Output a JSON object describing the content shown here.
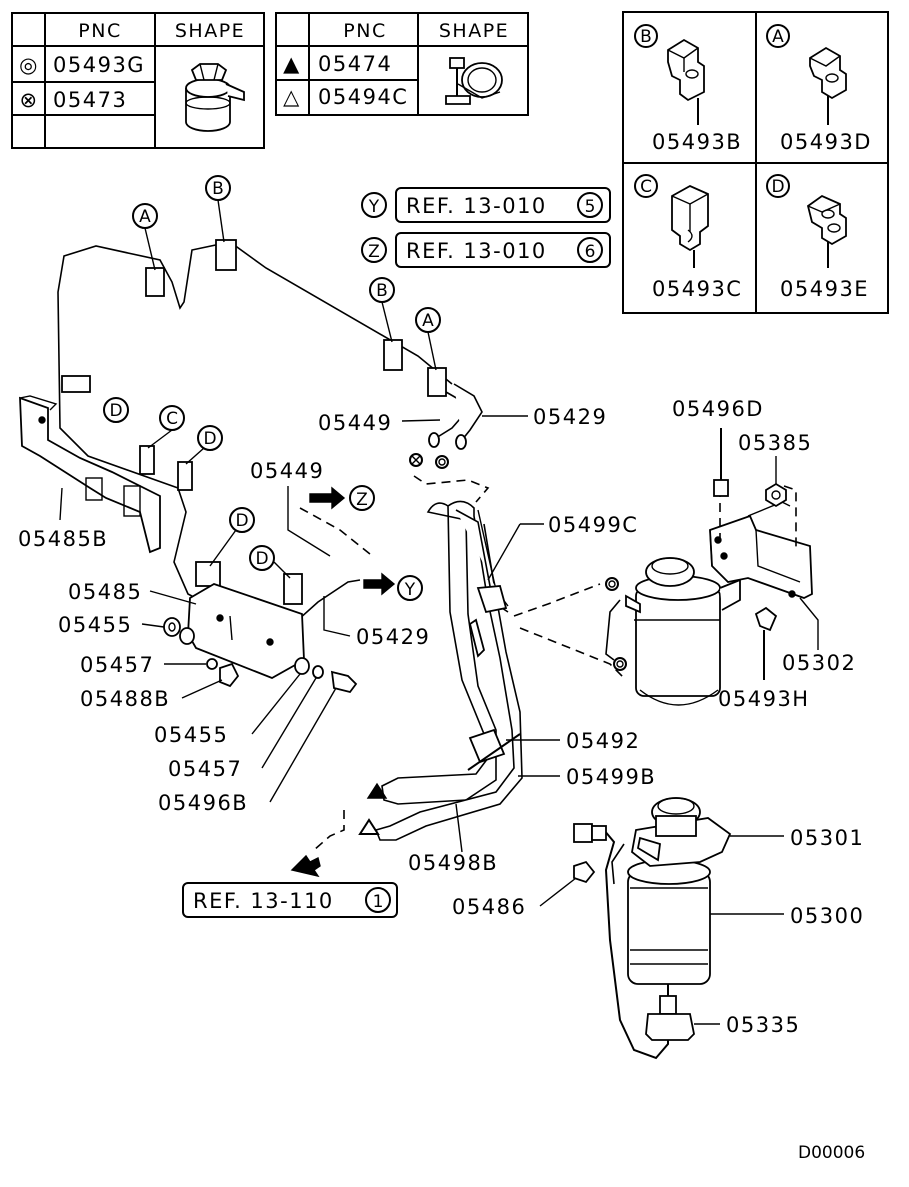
{
  "tables": {
    "left": {
      "col_pnc": "PNC",
      "col_shape": "SHAPE",
      "rows": [
        {
          "symbol": "◎",
          "pnc": "05493G"
        },
        {
          "symbol": "⊗",
          "pnc": "05473"
        }
      ]
    },
    "right": {
      "col_pnc": "PNC",
      "col_shape": "SHAPE",
      "rows": [
        {
          "symbol": "▲",
          "pnc": "05474"
        },
        {
          "symbol": "△",
          "pnc": "05494C"
        }
      ]
    }
  },
  "clip_legend": [
    {
      "letter": "B",
      "pnc": "05493B"
    },
    {
      "letter": "A",
      "pnc": "05493D"
    },
    {
      "letter": "C",
      "pnc": "05493C"
    },
    {
      "letter": "D",
      "pnc": "05493E"
    }
  ],
  "references": [
    {
      "marker": "Y",
      "text": "REF. 13-010",
      "num": "5"
    },
    {
      "marker": "Z",
      "text": "REF. 13-010",
      "num": "6"
    },
    {
      "marker": "",
      "text": "REF. 13-110",
      "num": "1"
    }
  ],
  "clip_markers": {
    "a": "A",
    "b": "B",
    "c": "C",
    "d": "D",
    "y": "Y",
    "z": "Z"
  },
  "labels": {
    "p05429a": "05429",
    "p05449a": "05449",
    "p05496d": "05496D",
    "p05385": "05385",
    "p05485b": "05485B",
    "p05449b": "05449",
    "p05499c": "05499C",
    "p05485": "05485",
    "p05455a": "05455",
    "p05457a": "05457",
    "p05488b": "05488B",
    "p05429b": "05429",
    "p05302": "05302",
    "p05493h": "05493H",
    "p05455b": "05455",
    "p05457b": "05457",
    "p05496b": "05496B",
    "p05492": "05492",
    "p05499b": "05499B",
    "p05498b": "05498B",
    "p05301": "05301",
    "p05486": "05486",
    "p05300": "05300",
    "p05335": "05335"
  },
  "drawing_code": "D00006"
}
